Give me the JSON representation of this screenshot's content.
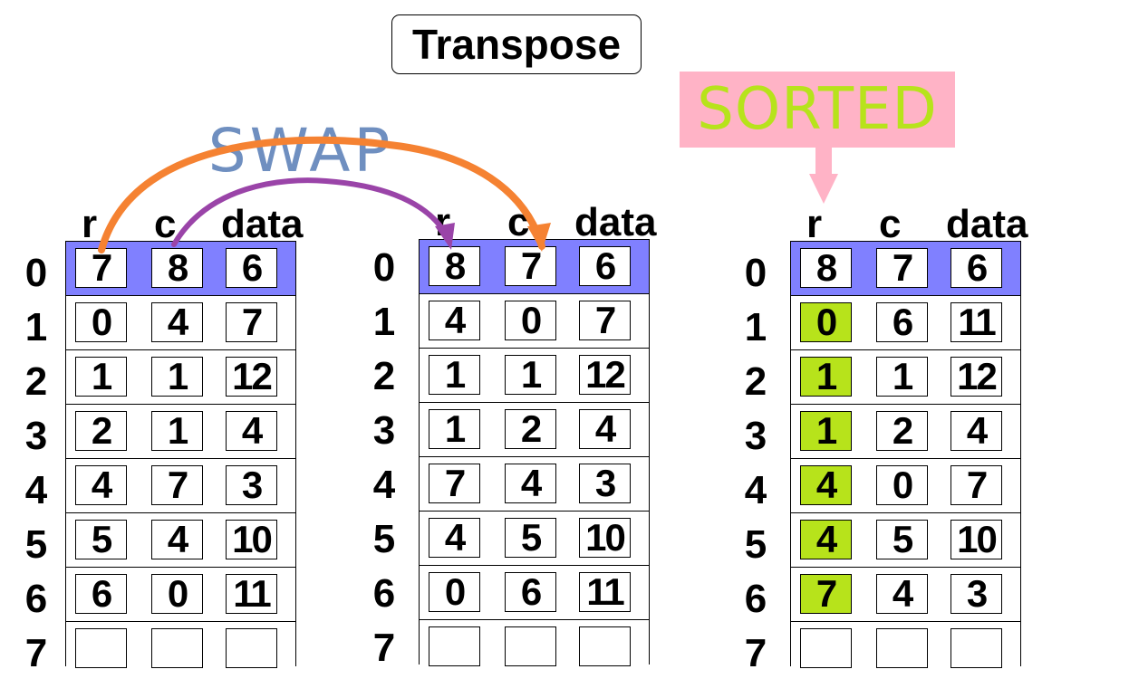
{
  "title": "Transpose",
  "swap_label": "SWAP",
  "sorted_label": "SORTED",
  "colors": {
    "header_row": "#8080ff",
    "sorted_highlight": "#b7e31b",
    "sorted_text": "#b7e31b",
    "sorted_bg": "#ffb3c6",
    "swap_text": "#6f8fc0",
    "arrow_orange": "#f58232",
    "arrow_purple": "#9a44a8"
  },
  "column_headers": [
    "r",
    "c",
    "data"
  ],
  "row_indices": [
    "0",
    "1",
    "2",
    "3",
    "4",
    "5",
    "6",
    "7"
  ],
  "tables": [
    {
      "name": "original",
      "rows": [
        [
          "7",
          "8",
          "6"
        ],
        [
          "0",
          "4",
          "7"
        ],
        [
          "1",
          "1",
          "12"
        ],
        [
          "2",
          "1",
          "4"
        ],
        [
          "4",
          "7",
          "3"
        ],
        [
          "5",
          "4",
          "10"
        ],
        [
          "6",
          "0",
          "11"
        ],
        [
          "",
          "",
          ""
        ]
      ]
    },
    {
      "name": "swapped",
      "rows": [
        [
          "8",
          "7",
          "6"
        ],
        [
          "4",
          "0",
          "7"
        ],
        [
          "1",
          "1",
          "12"
        ],
        [
          "1",
          "2",
          "4"
        ],
        [
          "7",
          "4",
          "3"
        ],
        [
          "4",
          "5",
          "10"
        ],
        [
          "0",
          "6",
          "11"
        ],
        [
          "",
          "",
          ""
        ]
      ]
    },
    {
      "name": "sorted",
      "rows": [
        [
          "8",
          "7",
          "6"
        ],
        [
          "0",
          "6",
          "11"
        ],
        [
          "1",
          "1",
          "12"
        ],
        [
          "1",
          "2",
          "4"
        ],
        [
          "4",
          "0",
          "7"
        ],
        [
          "4",
          "5",
          "10"
        ],
        [
          "7",
          "4",
          "3"
        ],
        [
          "",
          "",
          ""
        ]
      ]
    }
  ]
}
